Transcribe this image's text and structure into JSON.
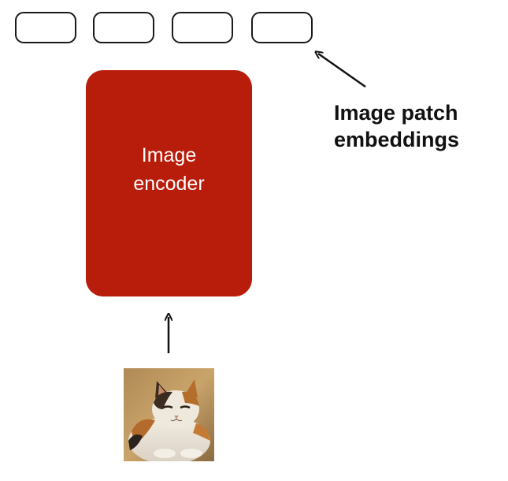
{
  "embeddings": {
    "count": 4
  },
  "encoder": {
    "label_line1": "Image",
    "label_line2": "encoder",
    "color": "#b81c0a"
  },
  "annotation": {
    "line1": "Image patch",
    "line2": "embeddings"
  },
  "input_image": {
    "subject": "cat-photo"
  }
}
